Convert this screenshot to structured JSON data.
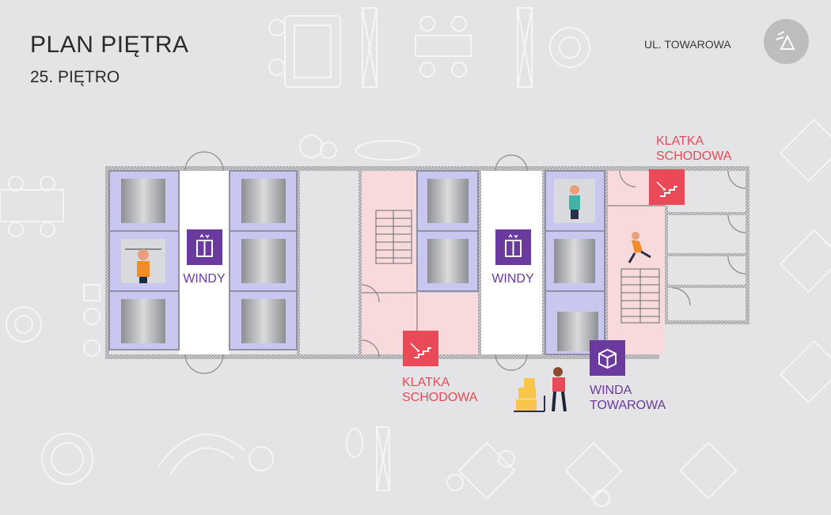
{
  "header": {
    "title": "PLAN PIĘTRA",
    "floor": "25. PIĘTRO",
    "street": "UL. TOWAROWA"
  },
  "labels": {
    "elevators_left": "WINDY",
    "elevators_right": "WINDY",
    "stairs_bottom": [
      "KLATKA",
      "SCHODOWA"
    ],
    "stairs_top": [
      "KLATKA",
      "SCHODOWA"
    ],
    "freight": [
      "WINDA",
      "TOWAROWA"
    ]
  },
  "icons": {
    "elevator": "elevator-icon",
    "stairs": "stairs-icon",
    "freight": "box-icon",
    "logo": "compass-triangle-icon"
  },
  "colors": {
    "background": "#e4e4e6",
    "elevator_zone": "#c9c7ef",
    "stairs_zone": "#f8d9dc",
    "accent_purple": "#6a3a9e",
    "accent_red": "#ea4a57"
  }
}
